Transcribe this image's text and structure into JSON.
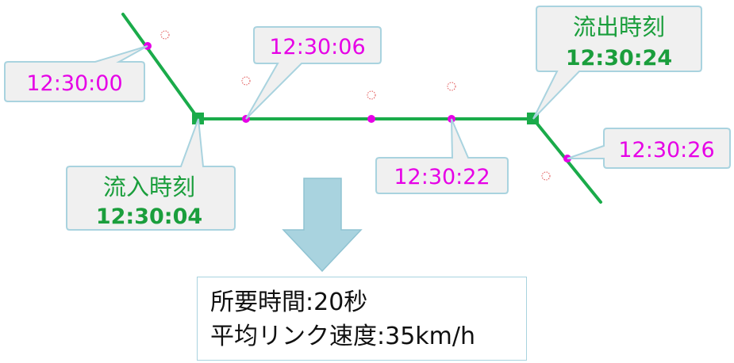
{
  "colors": {
    "road": "#1aab4a",
    "probe_point": "#e600e6",
    "probe_text": "#e600e6",
    "node_text": "#1a9e3c",
    "missing_point": "#e05050",
    "callout_fill": "#f0f0f0",
    "callout_border": "#a9d3df",
    "arrow_fill": "#a9d3df"
  },
  "probe_labels": {
    "p1": "12:30:00",
    "p2": "12:30:06",
    "p3": "12:30:22",
    "p4": "12:30:26"
  },
  "inflow": {
    "label": "流入時刻",
    "time": "12:30:04"
  },
  "outflow": {
    "label": "流出時刻",
    "time": "12:30:24"
  },
  "summary": {
    "travel_time_label": "所要時間",
    "travel_time_value": "20秒",
    "avg_speed_label": "平均リンク速度",
    "avg_speed_value": "35km/h",
    "separator": ":"
  }
}
